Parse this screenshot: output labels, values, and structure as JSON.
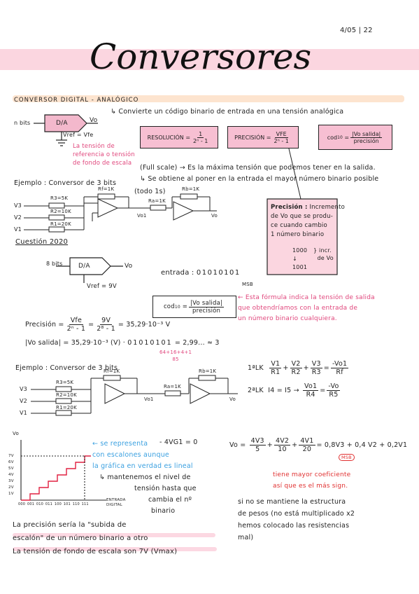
{
  "date": "4/05 | 22",
  "title": "Conversores",
  "section": "CONVERSOR DIGITAL - ANALÓGICO",
  "definition": "Convierte un código binario de entrada en una tensión analógica",
  "block1": {
    "left": "n bits",
    "chip": "D/A",
    "out": "Vo",
    "vref": "Vref = Vfe"
  },
  "ref_note": [
    "La tensión de",
    "referencia o tensión",
    "de fondo de escala"
  ],
  "formulas": {
    "resolucion": {
      "label": "RESOLUCIÓN =",
      "num": "1",
      "den": "2ⁿ - 1"
    },
    "precision": {
      "label": "PRECISIÓN =",
      "num": "Vfe",
      "den": "2ⁿ - 1"
    },
    "cod": {
      "label": "cod",
      "sub": "10",
      "eq": "=",
      "num": "|Vo salida|",
      "den": "precisión"
    }
  },
  "fullscale_line": "(Full scale) → Es la máxima tensión que podemos tener en la salida.",
  "obtiene_line": "↳ Se obtiene al poner en la entrada el mayor número binario posible",
  "todo": "(todo 1s)",
  "example1": {
    "label": "Ejemplo : Conversor de 3 bits"
  },
  "circuit": {
    "r3": "R3=5K",
    "r2": "R2=10K",
    "r1": "R1=20K",
    "rf": "Rf=1K",
    "ra": "Ra=1K",
    "rb": "Rb=1K",
    "v3": "V3",
    "v2": "V2",
    "v1": "V1",
    "vo1": "Vo1",
    "vo": "Vo"
  },
  "precision_note": {
    "title": "Precisión :",
    "body": [
      "Incremento",
      "de Vo que se produ-",
      "ce cuando cambio",
      "1 número binario"
    ],
    "b1": "1000",
    "b2": "1001",
    "incr": [
      "incr.",
      "de Vo"
    ]
  },
  "cuestion": "Cuestión 2020",
  "block2": {
    "left": "8 bits",
    "chip": "D/A",
    "out": "Vo",
    "vref": "Vref = 9V"
  },
  "entrada": {
    "label": "entrada :",
    "value": "01010101",
    "msb": "MSB"
  },
  "cod_box": {
    "label": "cod",
    "sub": "10",
    "eq": "=",
    "num": "|Vo salida|",
    "den": "precisión"
  },
  "cod_note": [
    "Esta fórmula indica la tensión de salida",
    "que obtendríamos con la entrada de",
    "un número binario cualquiera."
  ],
  "precision_calc": {
    "label": "Precisión =",
    "n1": "Vfe",
    "d1": "2ⁿ - 1",
    "n2": "9V",
    "d2": "2⁸ - 1",
    "result": "= 35,29·10⁻³ V"
  },
  "vo_calc": {
    "label": "|Vo salida| = 35,29·10⁻³ (V) ·",
    "bin": "01010101",
    "result": "= 2,99... ≈ 3",
    "sum": "64+16+4+1",
    "sum2": "85"
  },
  "example2": {
    "label": "Ejemplo : Conversor de 3 bits"
  },
  "lk1": {
    "lead": "1ªLK",
    "t1n": "V1",
    "t1d": "R1",
    "t2n": "V2",
    "t2d": "R2",
    "t3n": "V3",
    "t3d": "R3",
    "rn": "-Vo1",
    "rd": "Rf"
  },
  "lk2": {
    "lead": "2ªLK",
    "expr": "I4 = I5 →",
    "an": "Vo1",
    "ad": "R4",
    "bn": "-Vo",
    "bd": "R5"
  },
  "graph": {
    "yaxis": "Vo",
    "ylabels": [
      "7V",
      "6V",
      "5V",
      "4V",
      "3V",
      "2V",
      "1V"
    ],
    "xlabels": [
      "000",
      "001",
      "010",
      "011",
      "100",
      "101",
      "110",
      "111"
    ],
    "xaxis": [
      "ENTRADA",
      "DIGITAL"
    ]
  },
  "blue_note": [
    "se representa",
    "con escalones aunque",
    "la gráfica en verdad es lineal"
  ],
  "eq_vg": "- 4VG1 = 0",
  "mantenemos": [
    "↳ mantenemos el nivel de",
    "tensión hasta que",
    "cambia el nº",
    "binario"
  ],
  "vo_eq": {
    "lead": "Vo =",
    "a_n": "4V3",
    "a_d": "5",
    "b_n": "4V2",
    "b_d": "10",
    "c_n": "4V1",
    "c_d": "20",
    "result": "= 0,8V3 + 0,4 V2 + 0,2V1",
    "msb": "MSB"
  },
  "red_note": [
    "tiene mayor coeficiente",
    "así que es el más sign."
  ],
  "estructura": [
    "si no se mantiene la estructura",
    "de pesos (no está multiplicado x2",
    "hemos colocado las resistencias",
    "mal)"
  ],
  "final_note": [
    "La precisión sería la \"subida de",
    "escalón\" de un número binario a otro",
    "La tensión de fondo de escala son 7V (Vmax)"
  ]
}
